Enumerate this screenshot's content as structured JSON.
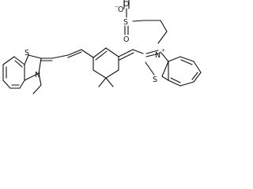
{
  "molecule": {
    "atoms": {
      "o_minus": "O",
      "s_sulfonate": "S",
      "o_top": "O",
      "o_bottom": "O",
      "n_plus": "N",
      "s_right_ring": "S",
      "s_left_ring": "S",
      "n_left": "N"
    },
    "charges": {
      "minus": "−",
      "plus": "+"
    },
    "colors": {
      "bond": "#111111",
      "label": "#111111"
    }
  }
}
